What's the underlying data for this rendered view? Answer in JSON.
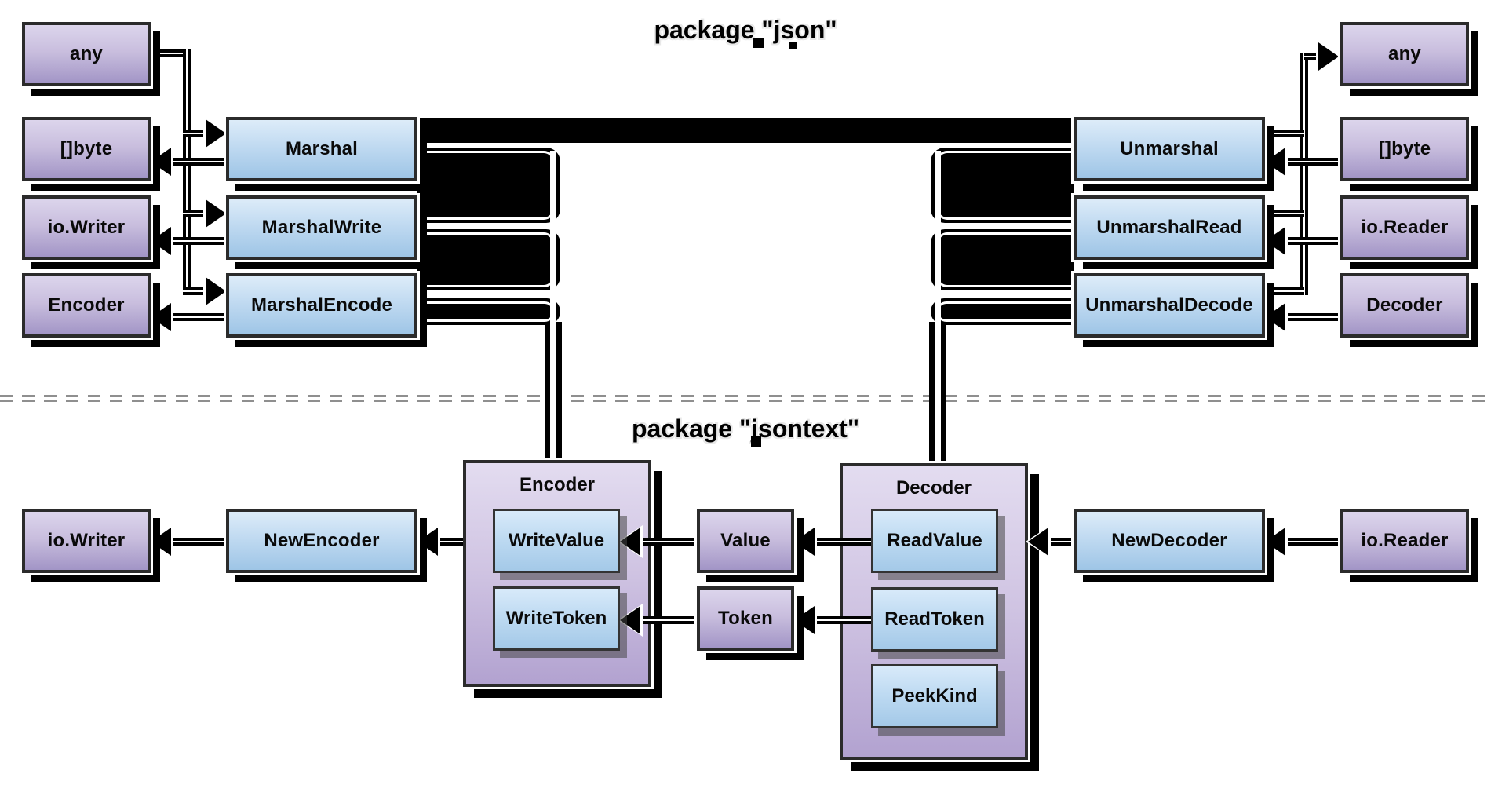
{
  "titles": {
    "json": "package \"json\"",
    "jsontext": "package \"jsontext\""
  },
  "top_half": {
    "left_types": [
      "any",
      "[]byte",
      "io.Writer",
      "Encoder"
    ],
    "marshal_functions": [
      "Marshal",
      "MarshalWrite",
      "MarshalEncode"
    ],
    "unmarshal_functions": [
      "Unmarshal",
      "UnmarshalRead",
      "UnmarshalDecode"
    ],
    "right_types": [
      "any",
      "[]byte",
      "io.Reader",
      "Decoder"
    ]
  },
  "bottom_half": {
    "left_flow": [
      "io.Writer",
      "NewEncoder"
    ],
    "encoder_group": {
      "title": "Encoder",
      "methods": [
        "WriteValue",
        "WriteToken"
      ]
    },
    "middle_types": [
      "Value",
      "Token"
    ],
    "decoder_group": {
      "title": "Decoder",
      "methods": [
        "ReadValue",
        "ReadToken",
        "PeekKind"
      ]
    },
    "right_flow": [
      "NewDecoder",
      "io.Reader"
    ]
  },
  "colors": {
    "purple_top": "#dcd5ec",
    "purple_bottom": "#a295c6",
    "blue_top": "#ddecf9",
    "blue_bottom": "#9ec5e6",
    "container_top": "#e3dcf0",
    "container_bottom": "#b2a2d0",
    "connector": "#000000",
    "divider": "#8f8f8f"
  }
}
